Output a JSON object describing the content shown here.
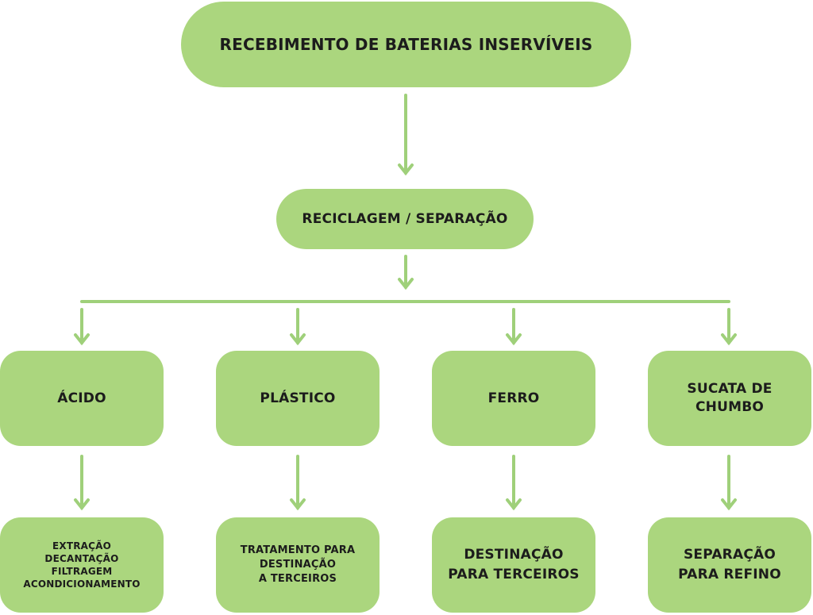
{
  "diagram": {
    "title": "RECEBIMENTO DE BATERIAS INSERVÍVEIS",
    "middle": "RECICLAGEM / SEPARAÇÃO",
    "categories": [
      {
        "label": "ÁCIDO",
        "destination": "EXTRAÇÃO\nDECANTAÇÃO\nFILTRAGEM\nACONDICIONAMENTO"
      },
      {
        "label": "PLÁSTICO",
        "destination": "TRATAMENTO PARA\nDESTINAÇÃO\nA TERCEIROS"
      },
      {
        "label": "FERRO",
        "destination": "DESTINAÇÃO\nPARA TERCEIROS"
      },
      {
        "label": "SUCATA DE\nCHUMBO",
        "destination": "SEPARAÇÃO\nPARA REFINO"
      }
    ],
    "colors": {
      "node": "#abd67e",
      "line": "#9fd07a",
      "text": "#1c1c1c"
    }
  }
}
